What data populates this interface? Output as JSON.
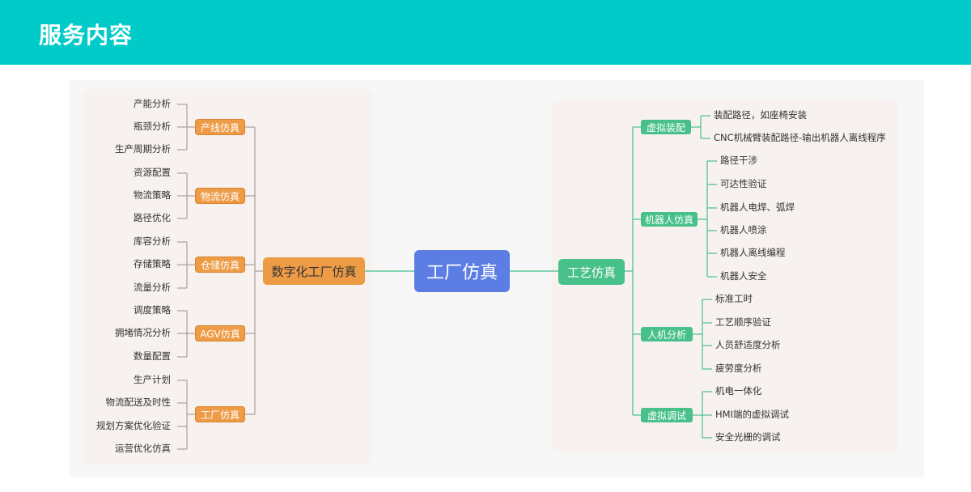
{
  "header": {
    "title": "服务内容"
  },
  "colors": {
    "header_bg": "#00cbc9",
    "center_node": "#5b7de4",
    "left_branch": "#ee9b46",
    "right_branch": "#47c08a"
  },
  "mindmap": {
    "center": "工厂仿真",
    "left_main": "数字化工厂仿真",
    "right_main": "工艺仿真",
    "left_branches": [
      {
        "label": "产线仿真",
        "leaves": [
          "产能分析",
          "瓶颈分析",
          "生产周期分析"
        ]
      },
      {
        "label": "物流仿真",
        "leaves": [
          "资源配置",
          "物流策略",
          "路径优化"
        ]
      },
      {
        "label": "仓储仿真",
        "leaves": [
          "库容分析",
          "存储策略",
          "流量分析"
        ]
      },
      {
        "label": "AGV仿真",
        "leaves": [
          "调度策略",
          "拥堵情况分析",
          "数量配置"
        ]
      },
      {
        "label": "工厂仿真",
        "leaves": [
          "生产计划",
          "物流配送及时性",
          "规划方案优化验证",
          "运营优化仿真"
        ]
      }
    ],
    "right_branches": [
      {
        "label": "虚拟装配",
        "leaves": [
          "装配路径，如座椅安装",
          "CNC机械臂装配路径-输出机器人离线程序"
        ]
      },
      {
        "label": "机器人仿真",
        "leaves": [
          "路径干涉",
          "可达性验证",
          "机器人电焊、弧焊",
          "机器人喷涂",
          "机器人离线编程",
          "机器人安全"
        ]
      },
      {
        "label": "人机分析",
        "leaves": [
          "标准工时",
          "工艺顺序验证",
          "人员舒适度分析",
          "疲劳度分析"
        ]
      },
      {
        "label": "虚拟调试",
        "leaves": [
          "机电一体化",
          "HMI端的虚拟调试",
          "安全光栅的调试"
        ]
      }
    ]
  }
}
